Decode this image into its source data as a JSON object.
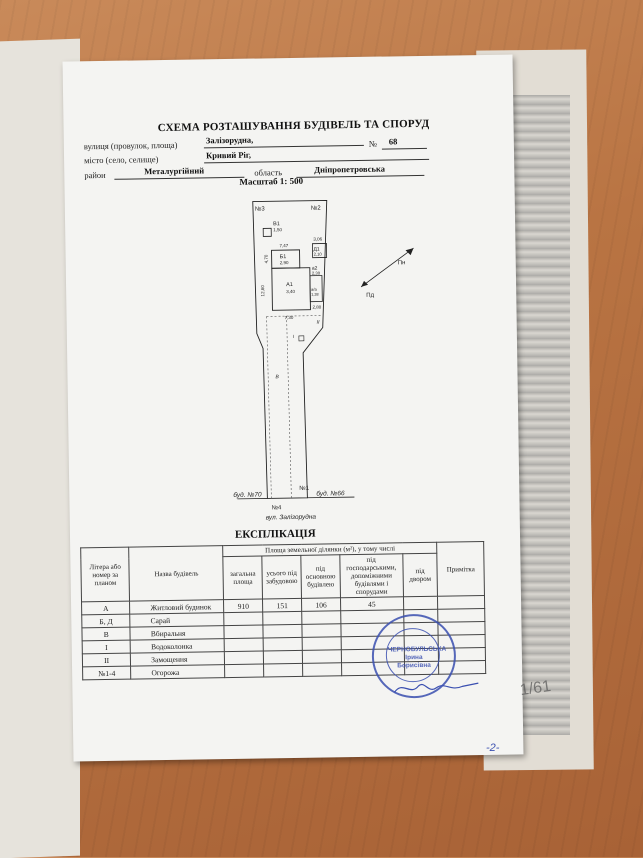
{
  "title": "СХЕМА РОЗТАШУВАННЯ БУДІВЕЛЬ ТА СПОРУД",
  "fields": {
    "street_label": "вулиця (провулок, площа)",
    "street_value": "Залізорудна,",
    "number_label": "№",
    "number_value": "68",
    "city_label": "місто (село, селище)",
    "city_value": "Кривий Ріг,",
    "district_label": "район",
    "district_value": "Металургійний",
    "oblast_label": "область",
    "oblast_value": "Дніпропетровська"
  },
  "scale": "Масштаб 1: 500",
  "plan": {
    "labels": {
      "n3": "№3",
      "n2": "№2",
      "n4": "№4",
      "n1": "№1",
      "north": "Пн",
      "south": "Пд",
      "v1": "В1",
      "v1h": "1,50",
      "b1": "Б1",
      "b1h": "2,90",
      "a1": "А1",
      "a1h": "3,40",
      "d1": "Д1",
      "d1h": "2,10",
      "a2": "а2",
      "a2h": "2,30",
      "aa": "а/а",
      "aah": "1,38",
      "roman_i": "І",
      "roman_ii": "ІІ",
      "roman_b": "В",
      "dim_747": "7,47",
      "dim_306": "3,06",
      "dim_470": "4,70",
      "dim_1260": "12,60",
      "dim_280": "2,80",
      "dim_730": "7,30",
      "bud70": "буд. №70",
      "bud66": "буд. №66",
      "street": "вул. Залізорудна"
    }
  },
  "explication": {
    "title": "ЕКСПЛІКАЦІЯ",
    "headers": {
      "litera": "Літера або номер за планом",
      "name": "Назва будівель",
      "area_group": "Площа земельної ділянки (м²), у тому числі",
      "total": "загальна площа",
      "built": "усього під забудовою",
      "main": "під основною будівлею",
      "aux": "під господарськими, допоміжними будівлями і спорудами",
      "yard": "під двором",
      "note": "Примітка"
    },
    "rows": [
      {
        "litera": "А",
        "name": "Житловий будинок",
        "total": "910",
        "built": "151",
        "main": "106",
        "aux": "45",
        "yard": "",
        "note": ""
      },
      {
        "litera": "Б, Д",
        "name": "Сарай",
        "total": "",
        "built": "",
        "main": "",
        "aux": "",
        "yard": "",
        "note": ""
      },
      {
        "litera": "В",
        "name": "Вбиральня",
        "total": "",
        "built": "",
        "main": "",
        "aux": "",
        "yard": "",
        "note": ""
      },
      {
        "litera": "І",
        "name": "Водоколонка",
        "total": "",
        "built": "",
        "main": "",
        "aux": "",
        "yard": "",
        "note": ""
      },
      {
        "litera": "ІІ",
        "name": "Замощення",
        "total": "",
        "built": "",
        "main": "",
        "aux": "",
        "yard": "",
        "note": ""
      },
      {
        "litera": "№1-4",
        "name": "Огорожа",
        "total": "",
        "built": "",
        "main": "",
        "aux": "",
        "yard": "",
        "note": ""
      }
    ]
  },
  "stamp": {
    "line1": "ЧЕРНОБУЛЬСЬКА",
    "line2": "Ірина Борисівна"
  },
  "page_number": "-2-",
  "hand_note": "1/61"
}
